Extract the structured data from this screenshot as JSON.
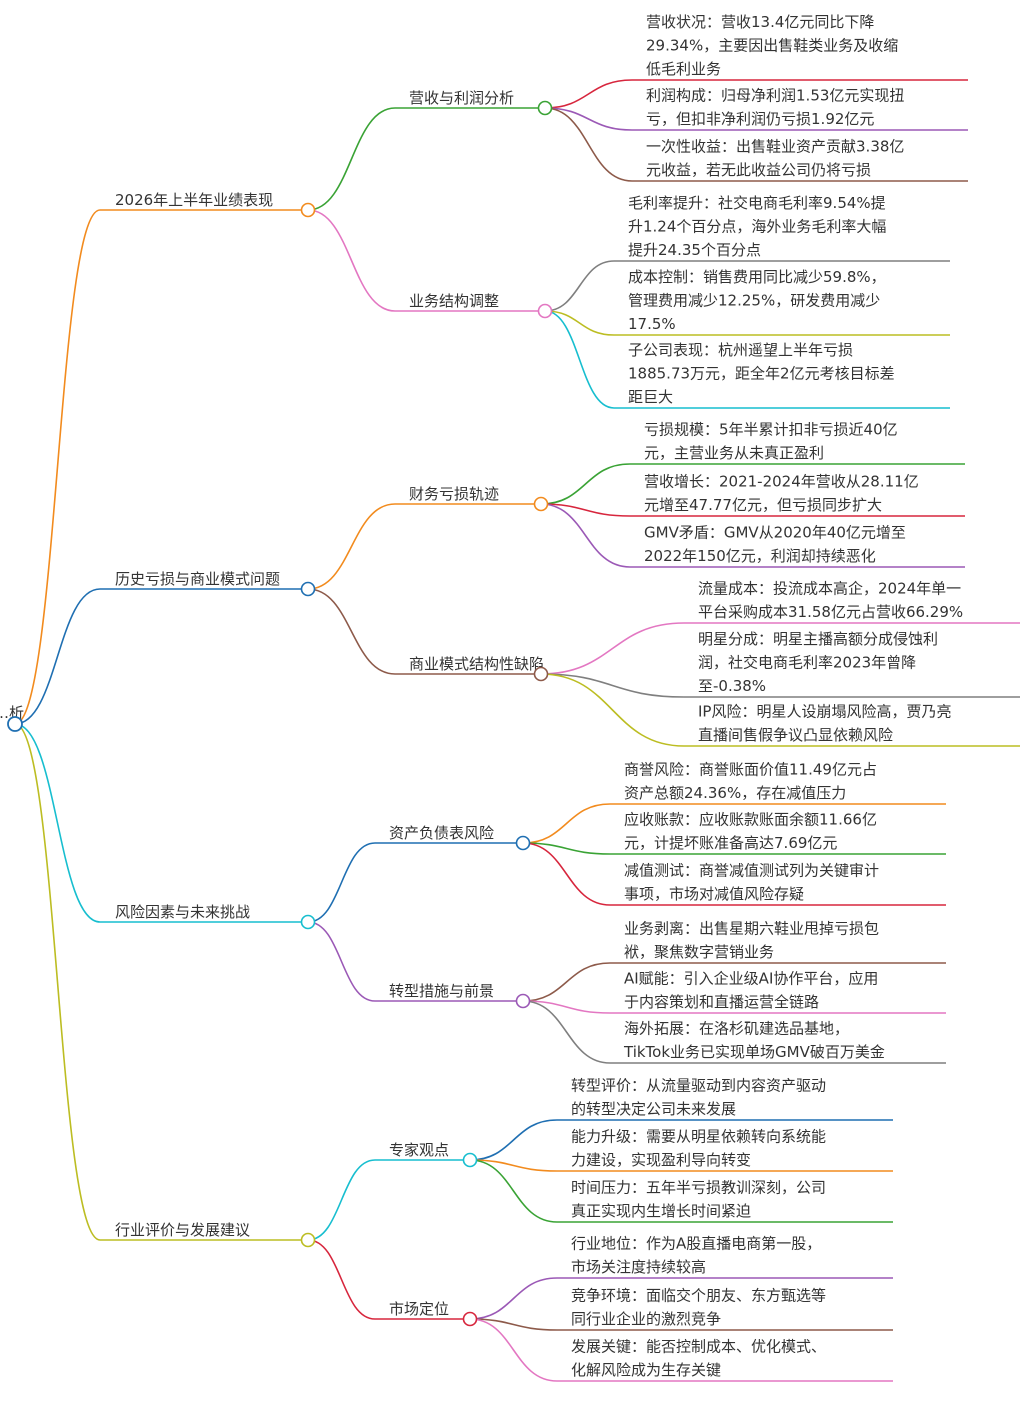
{
  "root": {
    "label": "…析",
    "color": "#1f6fb2"
  },
  "branches": [
    {
      "label": "2026年上半年业绩表现",
      "color": "#f28b1e",
      "children": [
        {
          "label": "营收与利润分析",
          "color": "#3aa335",
          "leaves": [
            {
              "lines": [
                "营收状况：营收13.4亿元同比下降",
                "29.34%，主要因出售鞋类业务及收缩",
                "低毛利业务"
              ],
              "color": "#d7263d"
            },
            {
              "lines": [
                "利润构成：归母净利润1.53亿元实现扭",
                "亏，但扣非净利润仍亏损1.92亿元"
              ],
              "color": "#9b59b6"
            },
            {
              "lines": [
                "一次性收益：出售鞋业资产贡献3.38亿",
                "元收益，若无此收益公司仍将亏损"
              ],
              "color": "#8d5a4a"
            }
          ]
        },
        {
          "label": "业务结构调整",
          "color": "#e377c2",
          "leaves": [
            {
              "lines": [
                "毛利率提升：社交电商毛利率9.54%提",
                "升1.24个百分点，海外业务毛利率大幅",
                "提升24.35个百分点"
              ],
              "color": "#7f7f7f"
            },
            {
              "lines": [
                "成本控制：销售费用同比减少59.8%，",
                "管理费用减少12.25%，研发费用减少",
                "17.5%"
              ],
              "color": "#bcbd22"
            },
            {
              "lines": [
                "子公司表现：杭州遥望上半年亏损",
                "1885.73万元，距全年2亿元考核目标差",
                "距巨大"
              ],
              "color": "#17becf"
            }
          ]
        }
      ]
    },
    {
      "label": "历史亏损与商业模式问题",
      "color": "#1f6fb2",
      "children": [
        {
          "label": "财务亏损轨迹",
          "color": "#f28b1e",
          "leaves": [
            {
              "lines": [
                "亏损规模：5年半累计扣非亏损近40亿",
                "元，主营业务从未真正盈利"
              ],
              "color": "#3aa335"
            },
            {
              "lines": [
                "营收增长：2021-2024年营收从28.11亿",
                "元增至47.77亿元，但亏损同步扩大"
              ],
              "color": "#d7263d"
            },
            {
              "lines": [
                "GMV矛盾：GMV从2020年40亿元增至",
                "2022年150亿元，利润却持续恶化"
              ],
              "color": "#9b59b6"
            }
          ]
        },
        {
          "label": "商业模式结构性缺陷",
          "color": "#8d5a4a",
          "leaves": [
            {
              "lines": [
                "流量成本：投流成本高企，2024年单一",
                "平台采购成本31.58亿元占营收66.29%"
              ],
              "color": "#e377c2"
            },
            {
              "lines": [
                "明星分成：明星主播高额分成侵蚀利",
                "润，社交电商毛利率2023年曾降",
                "至-0.38%"
              ],
              "color": "#7f7f7f"
            },
            {
              "lines": [
                "IP风险：明星人设崩塌风险高，贾乃亮",
                "直播间售假争议凸显依赖风险"
              ],
              "color": "#bcbd22"
            }
          ]
        }
      ]
    },
    {
      "label": "风险因素与未来挑战",
      "color": "#17becf",
      "children": [
        {
          "label": "资产负债表风险",
          "color": "#1f6fb2",
          "leaves": [
            {
              "lines": [
                "商誉风险：商誉账面价值11.49亿元占",
                "资产总额24.36%，存在减值压力"
              ],
              "color": "#f28b1e"
            },
            {
              "lines": [
                "应收账款：应收账款账面余额11.66亿",
                "元，计提坏账准备高达7.69亿元"
              ],
              "color": "#3aa335"
            },
            {
              "lines": [
                "减值测试：商誉减值测试列为关键审计",
                "事项，市场对减值风险存疑"
              ],
              "color": "#d7263d"
            }
          ]
        },
        {
          "label": "转型措施与前景",
          "color": "#9b59b6",
          "leaves": [
            {
              "lines": [
                "业务剥离：出售星期六鞋业甩掉亏损包",
                "袱，聚焦数字营销业务"
              ],
              "color": "#8d5a4a"
            },
            {
              "lines": [
                "AI赋能：引入企业级AI协作平台，应用",
                "于内容策划和直播运营全链路"
              ],
              "color": "#e377c2"
            },
            {
              "lines": [
                "海外拓展：在洛杉矶建选品基地，",
                "TikTok业务已实现单场GMV破百万美金"
              ],
              "color": "#7f7f7f"
            }
          ]
        }
      ]
    },
    {
      "label": "行业评价与发展建议",
      "color": "#bcbd22",
      "children": [
        {
          "label": "专家观点",
          "color": "#17becf",
          "leaves": [
            {
              "lines": [
                "转型评价：从流量驱动到内容资产驱动",
                "的转型决定公司未来发展"
              ],
              "color": "#1f6fb2"
            },
            {
              "lines": [
                "能力升级：需要从明星依赖转向系统能",
                "力建设，实现盈利导向转变"
              ],
              "color": "#f28b1e"
            },
            {
              "lines": [
                "时间压力：五年半亏损教训深刻，公司",
                "真正实现内生增长时间紧迫"
              ],
              "color": "#3aa335"
            }
          ]
        },
        {
          "label": "市场定位",
          "color": "#d7263d",
          "leaves": [
            {
              "lines": [
                "行业地位：作为A股直播电商第一股，",
                "市场关注度持续较高"
              ],
              "color": "#9b59b6"
            },
            {
              "lines": [
                "竞争环境：面临交个朋友、东方甄选等",
                "同行业企业的激烈竞争"
              ],
              "color": "#8d5a4a"
            },
            {
              "lines": [
                "发展关键：能否控制成本、优化模式、",
                "化解风险成为生存关键"
              ],
              "color": "#e377c2"
            }
          ]
        }
      ]
    }
  ]
}
